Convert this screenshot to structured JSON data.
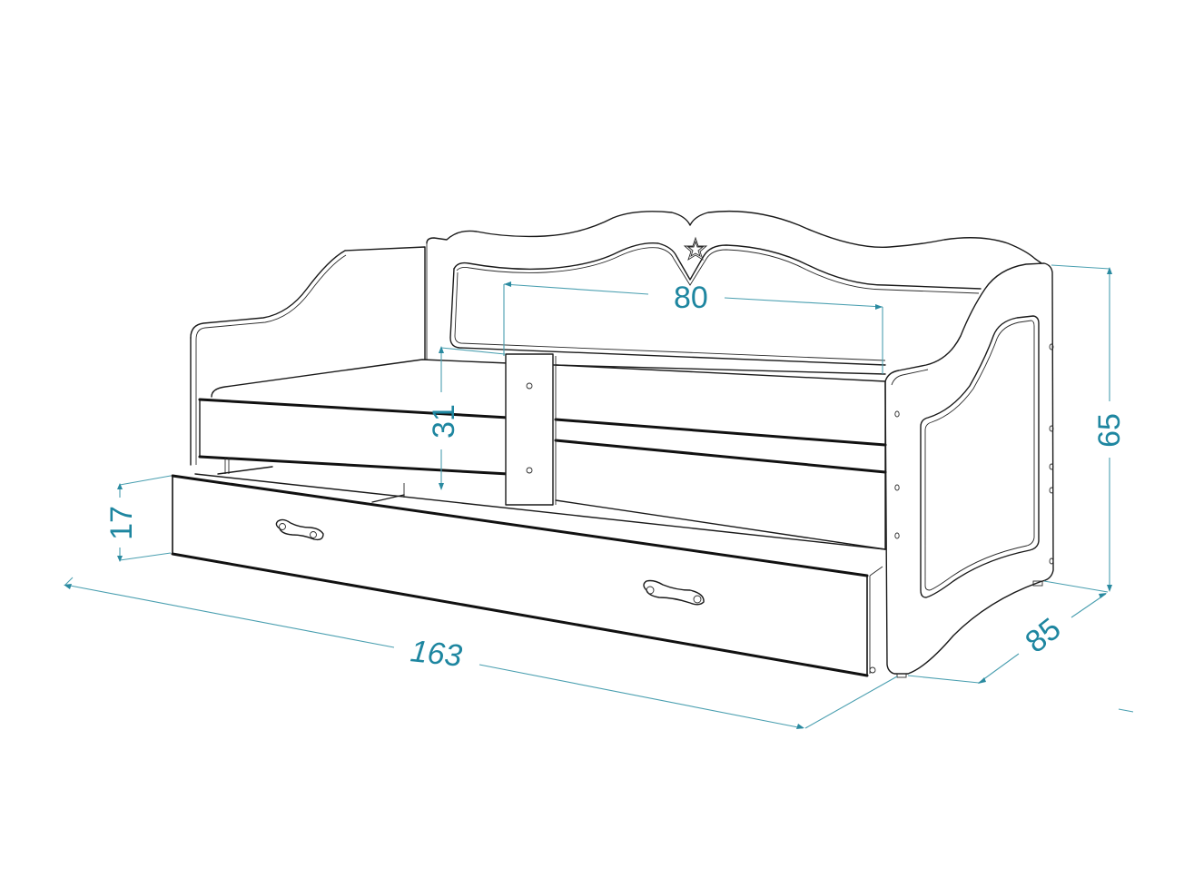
{
  "figure": {
    "subject": "child daybed with pull-out drawer and removable safety rail",
    "unit": "cm",
    "colors": {
      "line": "#1a1a1a",
      "dimension": "#1e86a0",
      "background": "#ffffff"
    }
  },
  "dimensions": {
    "backrest_inner_width": "80",
    "safety_rail_height": "31",
    "drawer_height": "17",
    "total_length": "163",
    "total_depth": "85",
    "total_height": "65"
  }
}
